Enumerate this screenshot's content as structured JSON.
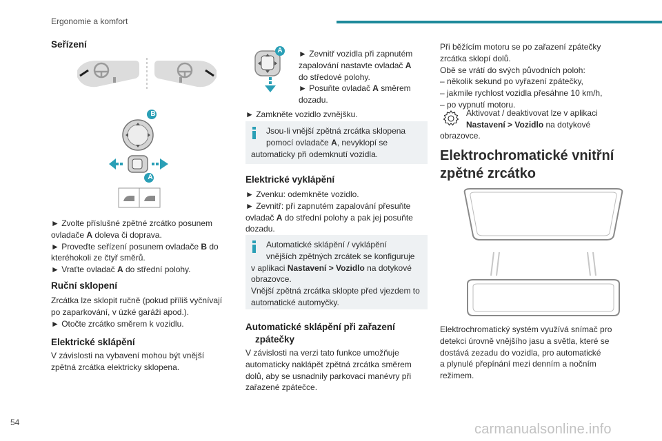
{
  "header": {
    "section": "Ergonomie a komfort"
  },
  "page_number": "54",
  "watermark": "carmanualsonline.info",
  "col1": {
    "h_serizeni": "Seřízení",
    "label_B": "B",
    "label_A": "A",
    "step1a": "► Zvolte příslušné zpětné zrcátko posunem",
    "step1b_pre": "ovladače ",
    "step1b_bold": "A",
    "step1b_post": " doleva či doprava.",
    "step2a_pre": "► Proveďte seřízení posunem ovladače ",
    "step2a_bold": "B",
    "step2a_post": " do",
    "step2b": "kteréhokoli ze čtyř směrů.",
    "step3_pre": "► Vraťte ovladač ",
    "step3_bold": "A",
    "step3_post": " do střední polohy.",
    "h_rucni": "Ruční sklopení",
    "rucni1": "Zrcátka lze sklopit ručně (pokud příliš vyčnívají",
    "rucni2": "po zaparkování, v úzké garáži apod.).",
    "rucni3": "► Otočte zrcátko směrem k vozidlu.",
    "h_elektricke": "Elektrické sklápění",
    "el1": "V závislosti na vybavení mohou být vnější",
    "el2": "zpětná zrcátka elektricky sklopena."
  },
  "col2": {
    "label_A": "A",
    "i1": "► Zevnitř vozidla při zapnutém",
    "i2_pre": "zapalování nastavte ovladač ",
    "i2_bold": "A",
    "i3": "do středové polohy.",
    "i4_pre": "► Posuňte ovladač ",
    "i4_bold": "A",
    "i4_post": " směrem",
    "i5": "dozadu.",
    "lock": "► Zamkněte vozidlo zvnějšku.",
    "note1a": "Jsou-li vnější zpětná zrcátka sklopena",
    "note1b_pre": "pomocí ovladače ",
    "note1b_bold": "A",
    "note1b_post": ", nevyklopí se",
    "note1c": "automaticky při odemknutí vozidla.",
    "h_vyklapeni": "Elektrické vyklápění",
    "v1": "► Zvenku: odemkněte vozidlo.",
    "v2": "► Zevnitř: při zapnutém zapalování přesuňte",
    "v3_pre": "ovladač ",
    "v3_bold": "A",
    "v3_post": " do střední polohy a pak jej posuňte",
    "v4": "dozadu.",
    "note2a": "Automatické sklápění / vyklápění",
    "note2b": "vnějších zpětných zrcátek se konfiguruje",
    "note2c_pre": "v aplikaci ",
    "note2c_bold": "Nastavení > Vozidlo",
    "note2c_post": " na dotykové",
    "note2d": "obrazovce.",
    "note2e": "Vnější zpětná zrcátka sklopte před vjezdem to",
    "note2f": "automatické automyčky.",
    "h_auto1": "Automatické sklápění při zařazení",
    "h_auto2": "zpátečky",
    "a1": "V závislosti na verzi tato funkce umožňuje",
    "a2": "automaticky naklápět zpětná zrcátka směrem",
    "a3": "dolů, aby se usnadnily parkovací manévry při",
    "a4": "zařazené zpátečce."
  },
  "col3": {
    "r1": "Při běžícím motoru se po zařazení zpátečky",
    "r2": "zrcátka sklopí dolů.",
    "r3": "Obě se vrátí do svých původních poloh:",
    "r4": "–  několik sekund po vyřazení zpátečky,",
    "r5": "–  jakmile rychlost vozidla přesáhne 10 km/h,",
    "r6": "–  po vypnutí motoru.",
    "s1": "Aktivovat / deaktivovat lze v aplikaci",
    "s2_bold": "Nastavení > Vozidlo",
    "s2_post": " na dotykové",
    "s3": "obrazovce.",
    "h_elektro1": "Elektrochromatické vnitřní",
    "h_elektro2": "zpětné zrcátko",
    "e1": "Elektrochromatický systém využívá snímač pro",
    "e2": "detekci úrovně vnějšího jasu a světla, které se",
    "e3": "dostává zezadu do vozidla, pro automatické",
    "e4": "a plynulé přepínání mezi denním a nočním",
    "e5": "režimem."
  },
  "colors": {
    "accent": "#1e8a9b",
    "info_icon": "#2a9fb6",
    "note_bg": "#eef1f3",
    "badge": "#2a9fb6",
    "arrow": "#2a9fb6"
  },
  "icons": [
    "mirror-selector-illustration",
    "mirror-joystick-illustration",
    "mirror-fold-illustration",
    "info-icon",
    "settings-gear-icon",
    "rearview-mirror-illustration"
  ]
}
